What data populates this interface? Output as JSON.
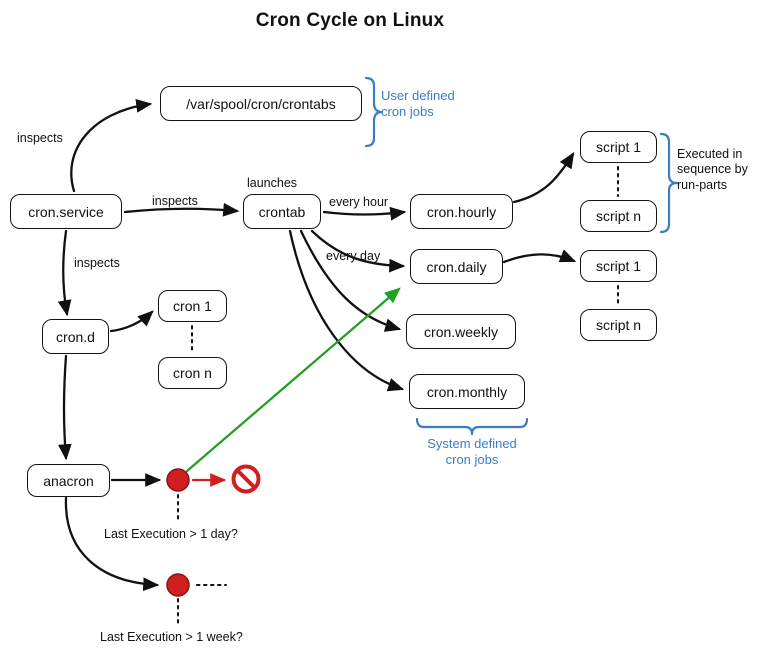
{
  "title": "Cron Cycle on Linux",
  "nodes": {
    "cron_service": "cron.service",
    "crontabs_path": "/var/spool/cron/crontabs",
    "crontab": "crontab",
    "cron_hourly": "cron.hourly",
    "cron_daily": "cron.daily",
    "cron_weekly": "cron.weekly",
    "cron_monthly": "cron.monthly",
    "cron_d": "cron.d",
    "cron_item_first": "cron 1",
    "cron_item_last": "cron n",
    "anacron": "anacron",
    "script_first": "script 1",
    "script_last": "script n"
  },
  "edge_labels": {
    "inspects": "inspects",
    "launches": "launches",
    "every_hour": "every hour",
    "every_day": "every day"
  },
  "annotations": {
    "user_defined": "User defined\ncron jobs",
    "executed_in_sequence": "Executed in\nsequence by\nrun-parts",
    "system_defined": "System defined\ncron jobs",
    "last_execution_day": "Last Execution > 1 day?",
    "last_execution_week": "Last Execution > 1 week?"
  },
  "colors": {
    "ink": "#111111",
    "accent_blue": "#3b7dc4",
    "alert_red": "#d01f1f",
    "ok_green": "#22a022"
  }
}
